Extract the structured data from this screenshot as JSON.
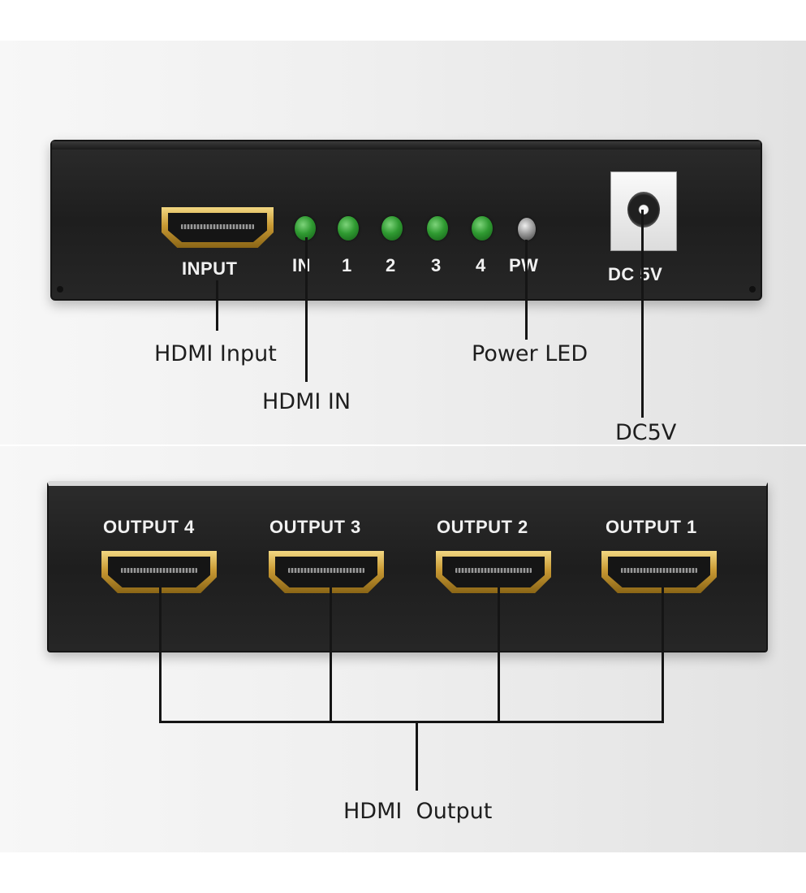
{
  "top_panel": {
    "silkscreen": {
      "input": "INPUT",
      "led_in": "IN",
      "led_1": "1",
      "led_2": "2",
      "led_3": "3",
      "led_4": "4",
      "led_pw": "PW",
      "dc": "DC 5V"
    },
    "callouts": {
      "hdmi_input": "HDMI Input",
      "hdmi_in": "HDMI IN",
      "power_led": "Power LED",
      "dc5v": "DC5V"
    }
  },
  "bottom_panel": {
    "silkscreen": {
      "output_4": "OUTPUT 4",
      "output_3": "OUTPUT 3",
      "output_2": "OUTPUT 2",
      "output_1": "OUTPUT 1"
    },
    "callouts": {
      "hdmi_output": "HDMI  Output"
    }
  },
  "colors": {
    "device_body": "#222222",
    "led_green": "#2f9a31",
    "connector_gold": "#c99a34",
    "callout_line": "#151515"
  }
}
